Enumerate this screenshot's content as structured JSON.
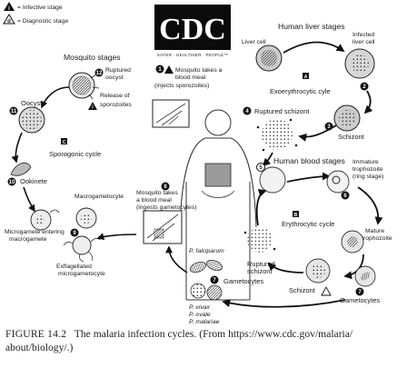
{
  "legend": [
    {
      "symbol": "i",
      "text": "= Infective stage"
    },
    {
      "symbol": "d",
      "text": "= Diagnostic stage"
    }
  ],
  "logo": {
    "text": "CDC",
    "tagline": "SAFER · HEALTHIER · PEOPLE™"
  },
  "sections": {
    "mosquito": "Mosquito stages",
    "liver": "Human liver stages",
    "blood": "Human blood stages"
  },
  "cycles": {
    "exo": "Exoerythrocytic cyle",
    "sporo": "Sporogonic cycle",
    "ery": "Erythrocytic cycle",
    "exo_badge": "A",
    "sporo_badge": "C",
    "ery_badge": "B"
  },
  "steps": {
    "s1": [
      "Mosquito takes a",
      "blood meal",
      "(injects sporozoites)"
    ],
    "s8": [
      "Mosquito takes",
      "a blood meal",
      "(ingests gametocytes)"
    ]
  },
  "labels": {
    "ruptured_oocyst": [
      "Ruptured",
      "oocyst"
    ],
    "release_sporo": [
      "Release of",
      "sporozoites"
    ],
    "oocyst": "Oocyst",
    "ookinete": "Ookinete",
    "macrogametocyte": "Macrogametocyte",
    "microgamete": [
      "Microgamete entering",
      "macrogamete"
    ],
    "exflagellated": [
      "Exflagellated",
      "microgametocyte"
    ],
    "liver_cell": "Liver cell",
    "infected_liver": [
      "Infected",
      "liver cell"
    ],
    "ruptured_schizont": "Ruptured schizont",
    "schizont": "Schizont",
    "immature": [
      "Immature",
      "trophozoite",
      "(ring stage)"
    ],
    "mature": [
      "Mature",
      "trophozoite"
    ],
    "schizont_blood": "Schizont",
    "gametocytes_right": "Gametocytes",
    "ruptured_blood": [
      "Ruptured",
      "schizont"
    ],
    "gametocytes_left": "Gametocytes",
    "species": [
      "P. falciparum",
      "P. vivax",
      "P. ovale",
      "P. malariae"
    ]
  },
  "numbers": {
    "n1": "1",
    "n2": "2",
    "n3": "3",
    "n4": "4",
    "n5": "5",
    "n6": "6",
    "n7": "7",
    "n8": "8",
    "n9": "9",
    "n10": "10",
    "n11": "11",
    "n12": "12"
  },
  "caption": {
    "figure": "FIGURE 14.2",
    "text": "The malaria infection cycles. (From https://www.cdc.gov/malaria/about/biology/.)",
    "line1": "The malaria infection cycles. (From https://www.cdc.gov/malaria/",
    "line2": "about/biology/.)"
  }
}
